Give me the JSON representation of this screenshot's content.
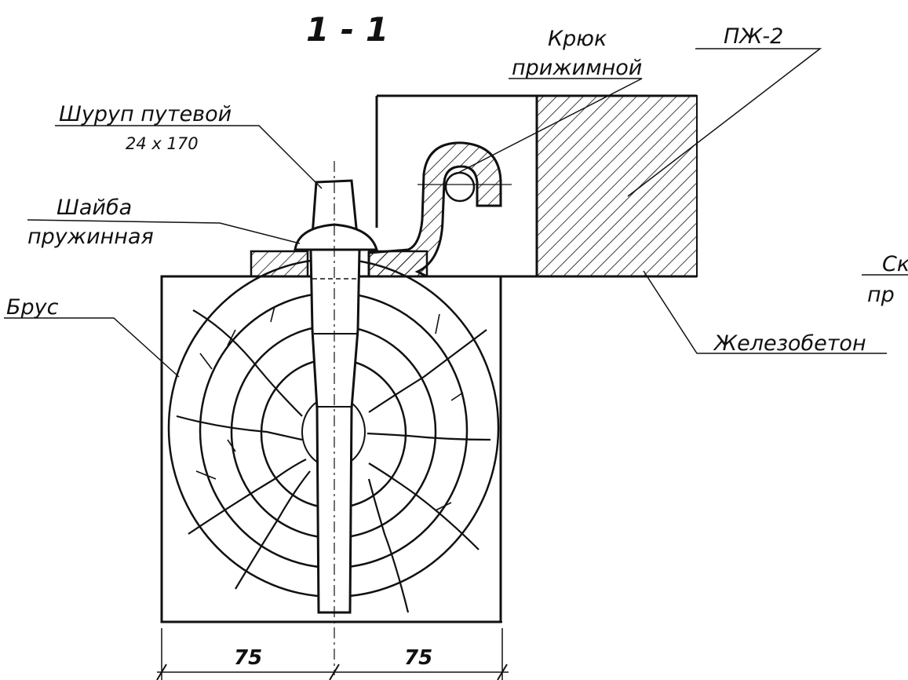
{
  "section_title": "1 - 1",
  "labels": {
    "hook_line1": "Крюк",
    "hook_line2": "прижимной",
    "plate": "ПЖ-2",
    "screw_line1": "Шуруп путевой",
    "screw_line2": "24 x 170",
    "washer_line1": "Шайба",
    "washer_line2": "пружинная",
    "beam": "Брус",
    "concrete": "Железобетон",
    "cut_line1": "Ск",
    "cut_line2": "пр"
  },
  "dimensions": {
    "left": "75",
    "right": "75"
  }
}
